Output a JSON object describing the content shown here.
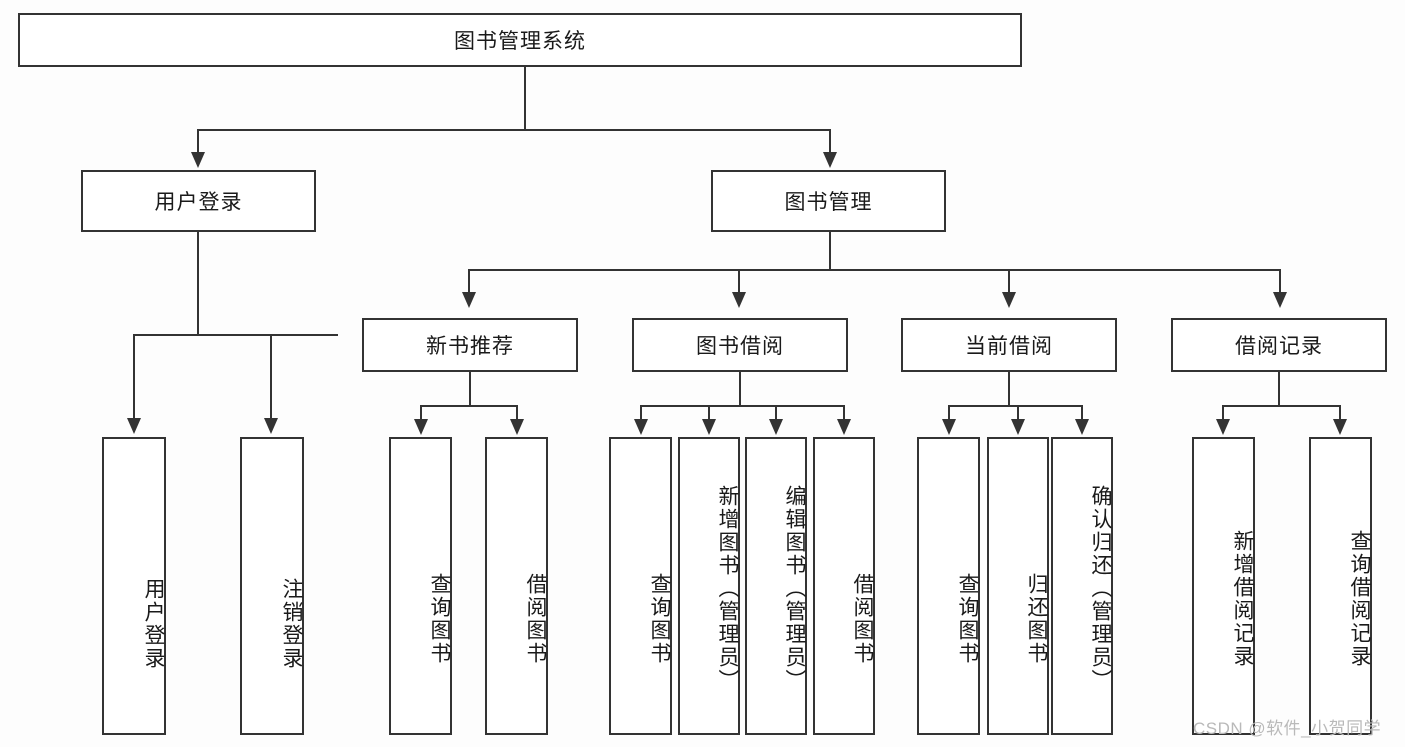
{
  "diagram": {
    "type": "tree-hierarchy-diagram",
    "title": "图书管理系统",
    "style": {
      "box_border_color": "#333333",
      "box_fill_color": "#ffffff",
      "connector_color": "#333333",
      "background_color": "#fdfdfd",
      "text_color": "#1a1a1a",
      "watermark_color": "#b9b9b9"
    },
    "root": {
      "label": "图书管理系统",
      "orientation": "horizontal"
    },
    "level2": [
      {
        "label": "用户登录",
        "orientation": "horizontal"
      },
      {
        "label": "图书管理",
        "orientation": "horizontal"
      }
    ],
    "level3": [
      {
        "label": "新书推荐",
        "orientation": "horizontal",
        "parent": "图书管理"
      },
      {
        "label": "图书借阅",
        "orientation": "horizontal",
        "parent": "图书管理"
      },
      {
        "label": "当前借阅",
        "orientation": "horizontal",
        "parent": "图书管理"
      },
      {
        "label": "借阅记录",
        "orientation": "horizontal",
        "parent": "图书管理"
      }
    ],
    "leaves": [
      {
        "label": "用户登录",
        "orientation": "vertical",
        "parent": "用户登录"
      },
      {
        "label": "注销登录",
        "orientation": "vertical",
        "parent": "用户登录"
      },
      {
        "label": "查询图书",
        "orientation": "vertical",
        "parent": "新书推荐"
      },
      {
        "label": "借阅图书",
        "orientation": "vertical",
        "parent": "新书推荐"
      },
      {
        "label": "查询图书",
        "orientation": "vertical",
        "parent": "图书借阅"
      },
      {
        "label": "新增图书（管理员）",
        "orientation": "vertical",
        "parent": "图书借阅"
      },
      {
        "label": "编辑图书（管理员）",
        "orientation": "vertical",
        "parent": "图书借阅"
      },
      {
        "label": "借阅图书",
        "orientation": "vertical",
        "parent": "图书借阅"
      },
      {
        "label": "查询图书",
        "orientation": "vertical",
        "parent": "当前借阅"
      },
      {
        "label": "归还图书",
        "orientation": "vertical",
        "parent": "当前借阅"
      },
      {
        "label": "确认归还（管理员）",
        "orientation": "vertical",
        "parent": "当前借阅"
      },
      {
        "label": "新增借阅记录",
        "orientation": "vertical",
        "parent": "借阅记录"
      },
      {
        "label": "查询借阅记录",
        "orientation": "vertical",
        "parent": "借阅记录"
      }
    ]
  },
  "watermark": {
    "text": "CSDN @软件_小贺同学"
  }
}
